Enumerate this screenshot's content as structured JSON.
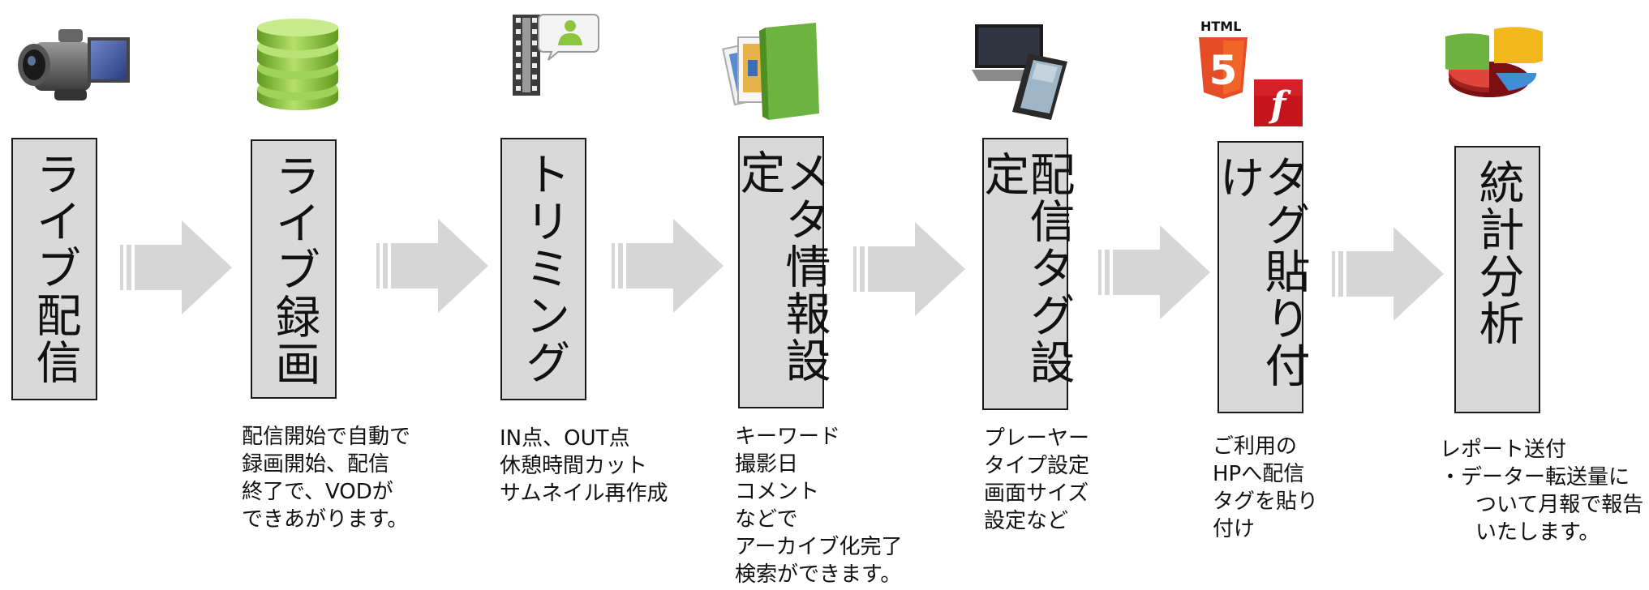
{
  "steps": [
    {
      "label": "ライブ配信",
      "icon": "video-camera-icon",
      "desc": []
    },
    {
      "label": "ライブ録画",
      "icon": "database-icon",
      "desc": [
        "配信開始で自動で",
        "録画開始、配信",
        "終了で、VODが",
        "できあがります。"
      ]
    },
    {
      "label": "トリミング",
      "icon": "film-strip-icon",
      "desc": [
        "IN点、OUT点",
        "休憩時間カット",
        "サムネイル再作成"
      ]
    },
    {
      "label": "メタ情報設定",
      "icon": "folder-photos-icon",
      "desc": [
        "キーワード",
        "撮影日",
        "コメント",
        "などで",
        "アーカイブ化完了",
        "検索ができます。"
      ]
    },
    {
      "label": "配信タグ設定",
      "icon": "laptop-phone-icon",
      "desc": [
        "プレーヤー",
        "タイプ設定",
        "画面サイズ",
        "設定など"
      ]
    },
    {
      "label": "タグ貼り付け",
      "icon": "html5-flash-icon",
      "desc": [
        "ご利用の",
        "HPへ配信",
        "タグを貼り",
        "付け"
      ]
    },
    {
      "label": "統計分析",
      "icon": "pie-chart-icon",
      "desc": []
    }
  ],
  "icon_texts": {
    "html": "HTML",
    "five": "5",
    "flash": "f"
  },
  "report": {
    "line1": "レポート送付",
    "bullet": "・データー転送量に",
    "line3": "ついて月報で報告",
    "line4": "いたします。"
  },
  "colors": {
    "box_fill": "#d9d9d9",
    "box_border": "#1a1a1a",
    "arrow": "#d6d6d6",
    "db_green": "#8cc63f",
    "html5_orange": "#e44d26",
    "flash_red": "#c4161c"
  }
}
